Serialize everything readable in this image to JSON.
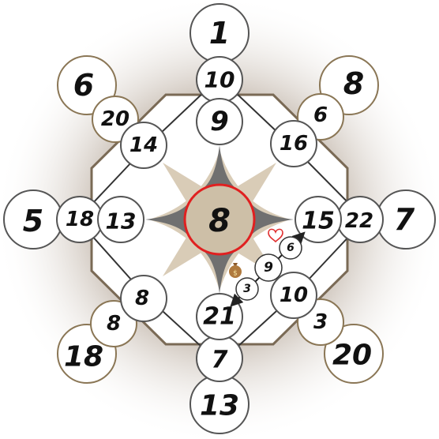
{
  "board": {
    "center": "8",
    "ring_inner": {
      "north": "9",
      "northeast": "16",
      "east": "15",
      "southeast": "10",
      "south": "21",
      "southwest": "8",
      "west": "13",
      "northwest": "14"
    },
    "ring_middle": {
      "north": "10",
      "northeast": "6",
      "east": "22",
      "southeast": "3",
      "south": "7",
      "southwest": "8",
      "west": "18",
      "northwest": "20"
    },
    "ring_outer": {
      "north": "1",
      "northeast": "8",
      "east": "7",
      "southeast": "20",
      "south": "13",
      "southwest": "18",
      "west": "5",
      "northwest": "6"
    },
    "path_tokens": {
      "first": "6",
      "second": "9",
      "third": "3"
    }
  },
  "icons": {
    "heart": "heart-icon",
    "money_bag": "money-bag-icon"
  },
  "colors": {
    "highlight_ring": "#e02020",
    "center_fill": "#cdbfa7",
    "outer_ring_stroke": "#8a7655",
    "heart": "#e03030",
    "spike": "#707070"
  }
}
